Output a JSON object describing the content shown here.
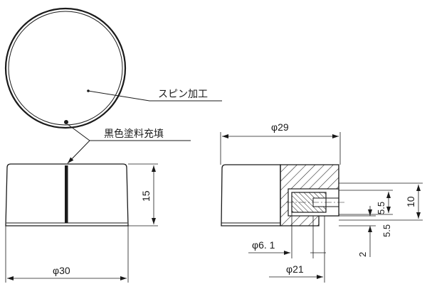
{
  "annotations": {
    "spin_finish": "スピン加工",
    "black_fill": "黒色塗料充填"
  },
  "dimensions": {
    "front_height": "15",
    "front_diameter": "φ30",
    "side_top_diameter": "φ29",
    "hole_diameter": "φ6. 1",
    "base_diameter": "φ21",
    "shaft_height": "10",
    "bore_a": "5.5",
    "bore_b": "5.5",
    "offset": "2"
  }
}
